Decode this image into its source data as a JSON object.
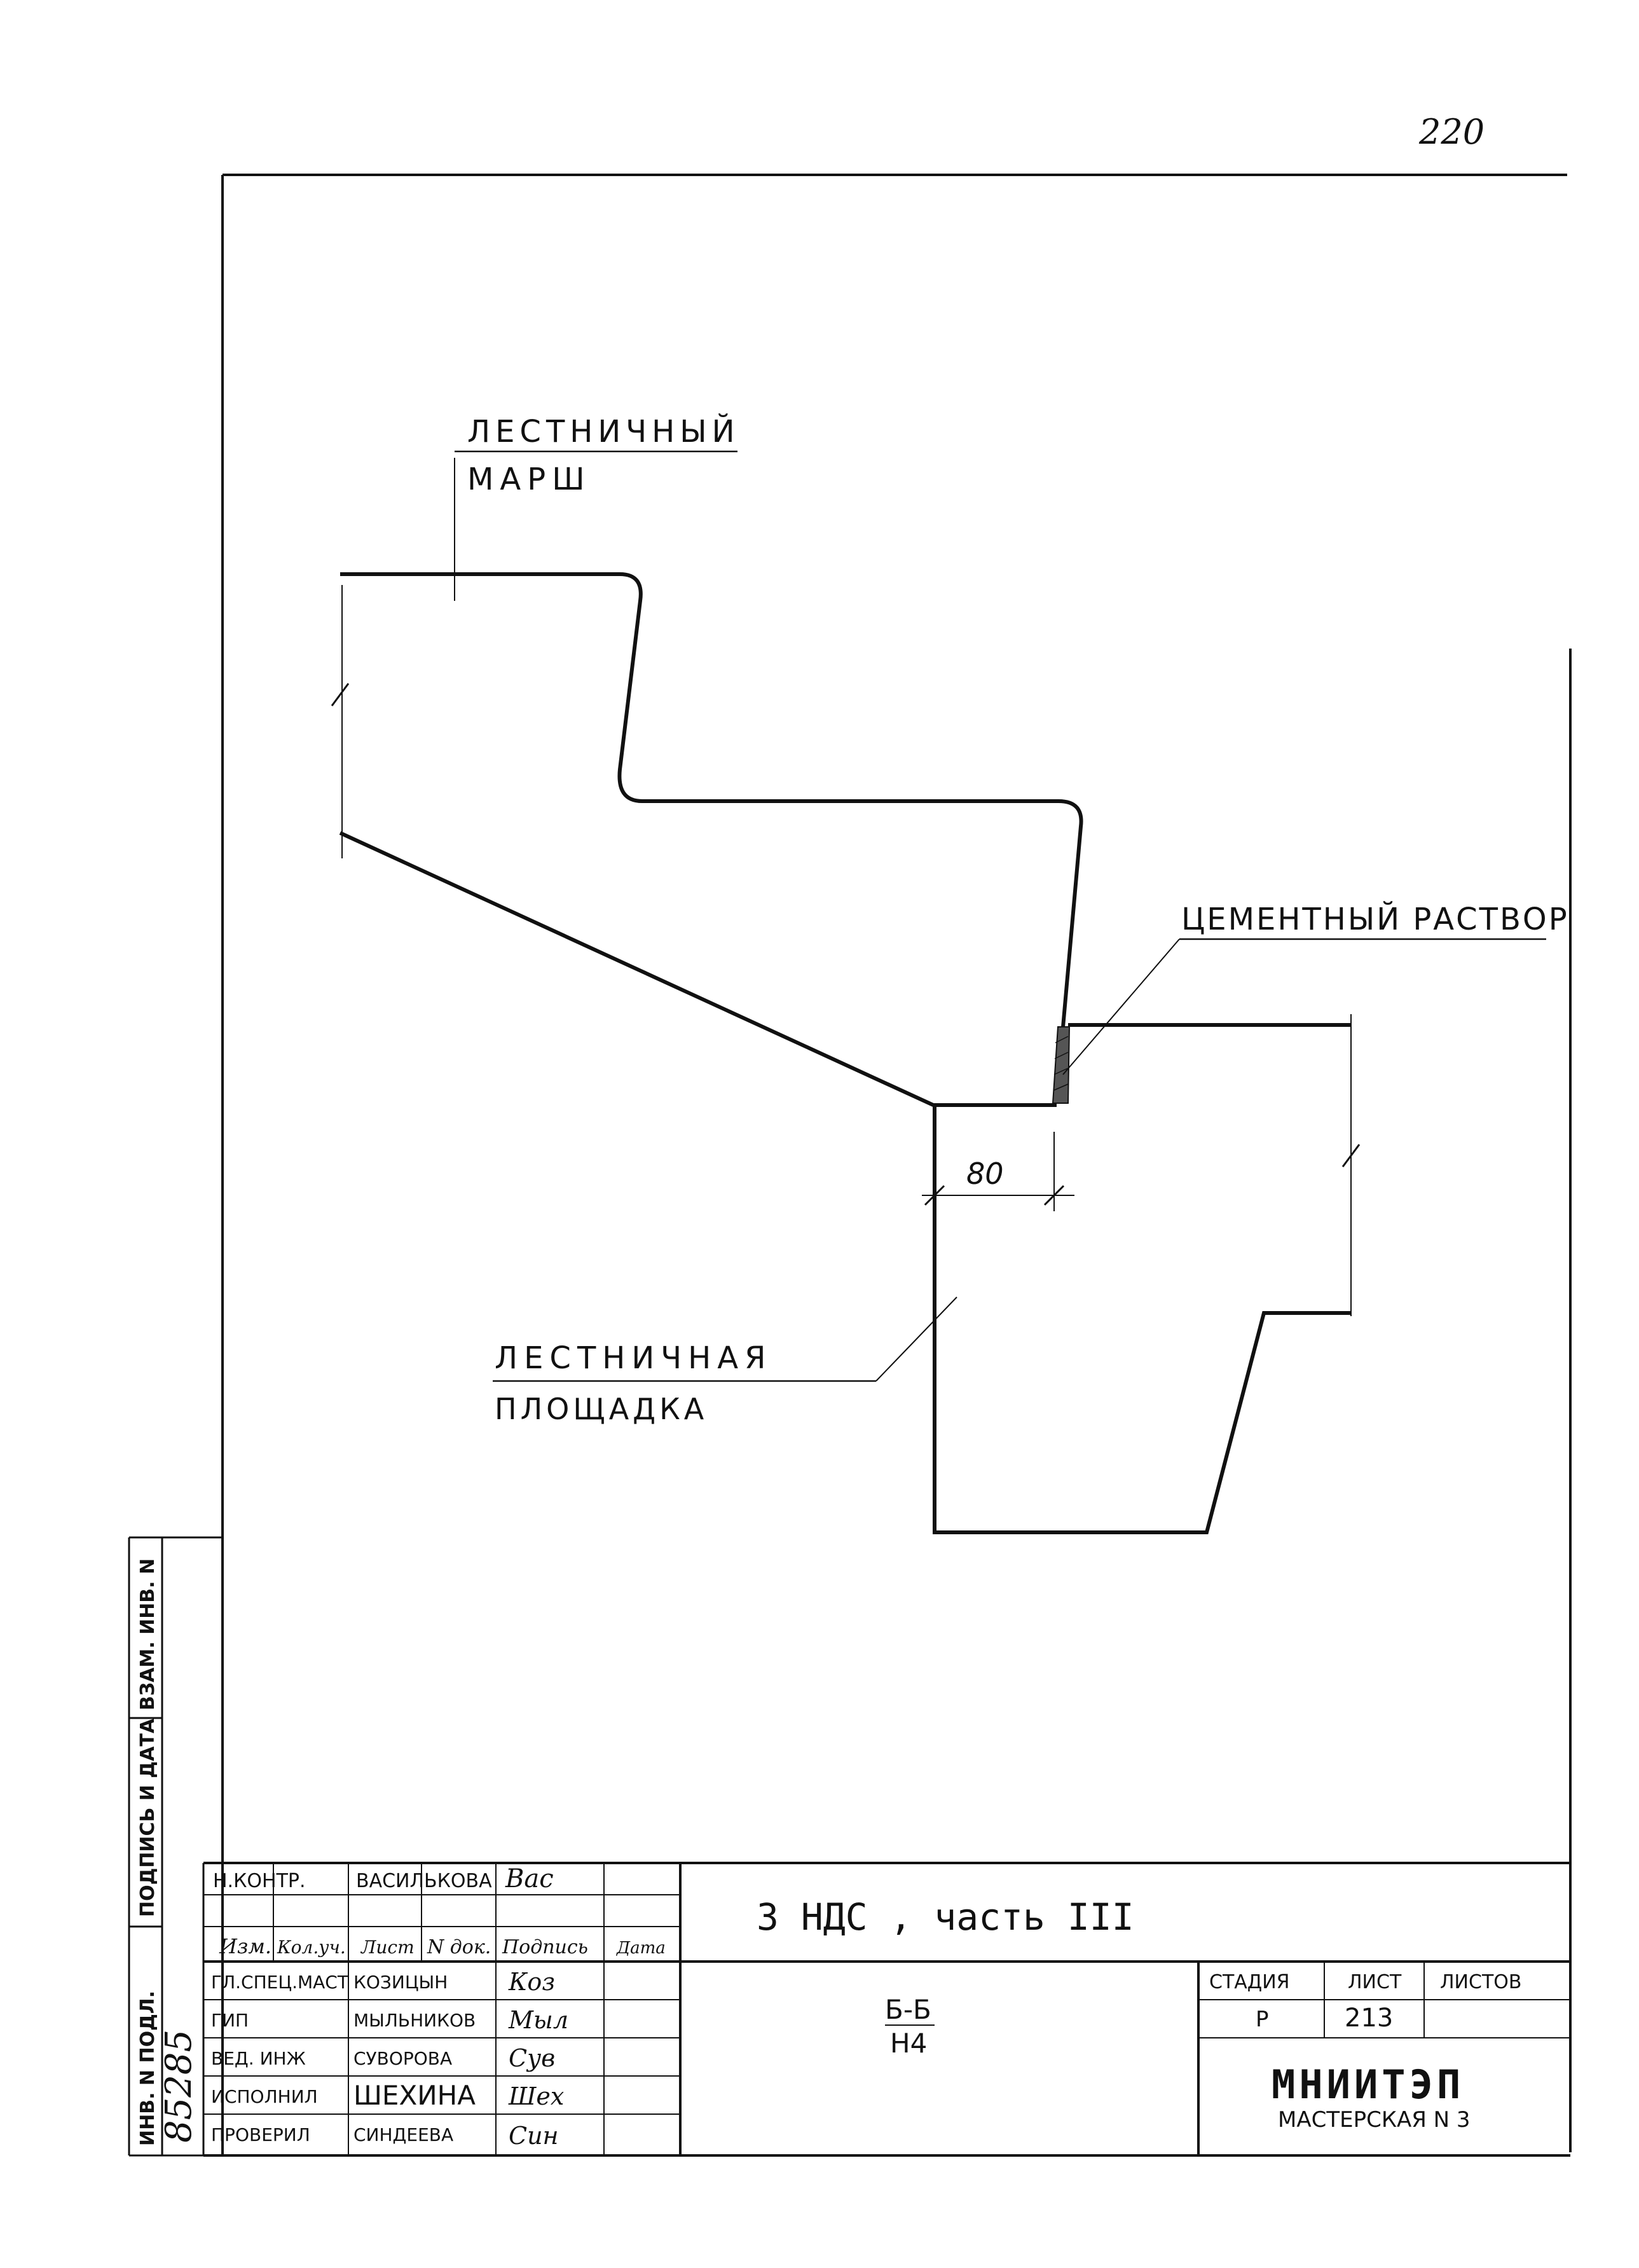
{
  "sheet_number": "220",
  "labels": {
    "stair_flight_1": "ЛЕСТНИЧНЫЙ",
    "stair_flight_2": "МАРШ",
    "cement_mortar": "ЦЕМЕНТНЫЙ РАСТВОР",
    "landing_1": "ЛЕСТНИЧНАЯ",
    "landing_2": "ПЛОЩАДКА",
    "dimension": "80"
  },
  "side_stamp": {
    "vzam_inv": "ВЗАМ. ИНВ. N",
    "podpis_data": "ПОДПИСЬ И ДАТА",
    "inv_podl": "ИНВ. N ПОДЛ.",
    "inv_number": "85285"
  },
  "title_block": {
    "n_kontr_role": "Н.КОНТР.",
    "n_kontr_name": "ВАСИЛЬКОВА",
    "n_kontr_sign": "Вас",
    "header": {
      "izm": "Изм.",
      "kol_uch": "Кол.уч.",
      "list": "Лист",
      "n_dok": "N док.",
      "podpis": "Подпись",
      "data": "Дата"
    },
    "people": [
      {
        "role": "ГЛ.СПЕЦ.МАСТ",
        "name": "КОЗИЦЫН",
        "sign": "Коз"
      },
      {
        "role": "ГИП",
        "name": "МЫЛЬНИКОВ",
        "sign": "Мыл"
      },
      {
        "role": "ВЕД. ИНЖ",
        "name": "СУВОРОВА",
        "sign": "Сув"
      },
      {
        "role": "ИСПОЛНИЛ",
        "name": "ШЕХИНА",
        "sign": "Шех"
      },
      {
        "role": "ПРОВЕРИЛ",
        "name": "СИНДЕЕВА",
        "sign": "Син"
      }
    ],
    "project_title": "3 НДС , часть III",
    "node_top": "Б-Б",
    "node_bottom": "Н4",
    "stage_label": "СТАДИЯ",
    "sheet_label": "ЛИСТ",
    "sheets_label": "ЛИСТОВ",
    "stage_value": "Р",
    "sheet_value": "213",
    "sheets_value": "",
    "org_name": "МНИИТЭП",
    "org_sub": "МАСТЕРСКАЯ N 3"
  }
}
